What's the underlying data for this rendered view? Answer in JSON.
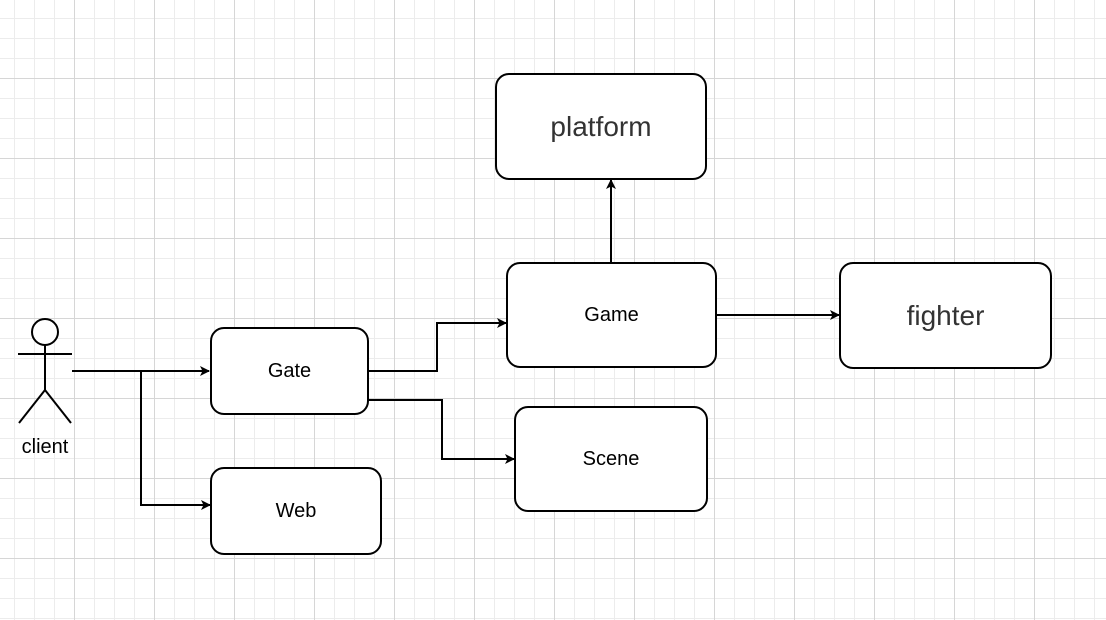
{
  "diagram": {
    "actor": {
      "label": "client"
    },
    "nodes": {
      "gate": "Gate",
      "web": "Web",
      "game": "Game",
      "scene": "Scene",
      "platform": "platform",
      "fighter": "fighter"
    },
    "edges": [
      {
        "from": "client",
        "to": "Gate"
      },
      {
        "from": "client",
        "to": "Web"
      },
      {
        "from": "Gate",
        "to": "Game"
      },
      {
        "from": "Gate",
        "to": "Scene"
      },
      {
        "from": "Game",
        "to": "platform"
      },
      {
        "from": "Game",
        "to": "fighter"
      }
    ],
    "colors": {
      "stroke": "#000000",
      "node_fill": "#ffffff",
      "large_text": "#333333",
      "grid": "#d6d6d6"
    }
  }
}
